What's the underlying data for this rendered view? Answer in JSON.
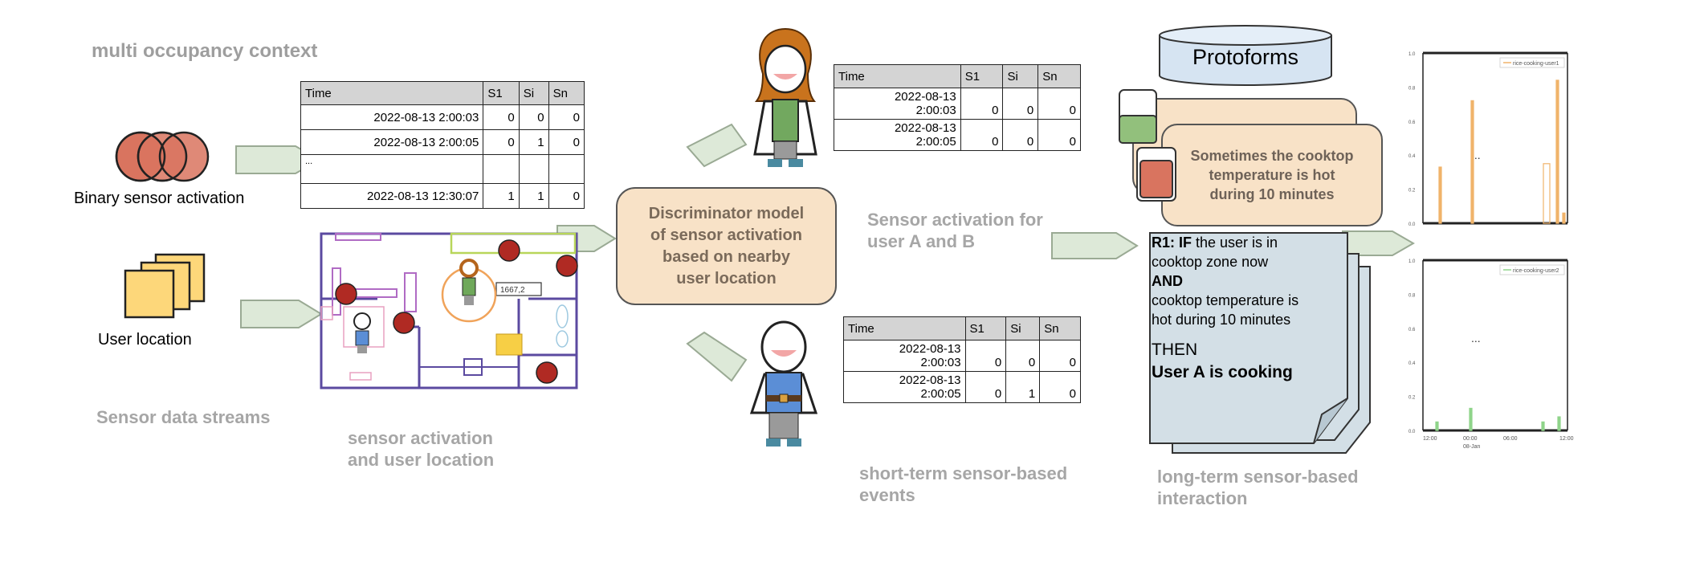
{
  "titles": {
    "context": "multi occupancy context",
    "streams": "Sensor data streams"
  },
  "labels": {
    "binary": "Binary sensor activation",
    "location": "User location",
    "floor_sign": "1667,2"
  },
  "captions": {
    "activation_line1": "sensor activation",
    "activation_line2": "and user location",
    "per_user_line1": "Sensor activation for",
    "per_user_line2": "user A and B",
    "short_line1": "short-term sensor-based",
    "short_line2": "events",
    "long_line1": "long-term sensor-based",
    "long_line2": "interaction"
  },
  "discriminator": {
    "line1": "Discriminator model",
    "line2": "of sensor activation",
    "line3": "based on nearby",
    "line4": "user location"
  },
  "protoforms": {
    "title": "Protoforms",
    "card_line1": "Sometimes the cooktop",
    "card_line2": "temperature is hot",
    "card_line3": "during 10 minutes"
  },
  "rule": {
    "r1": "R1: IF",
    "if_text": " the user is in",
    "line2": "cooktop zone now",
    "and": "AND",
    "line4": "cooktop temperature is",
    "line5": "hot during 10 minutes",
    "then": "THEN",
    "conclusion": "User A is cooking"
  },
  "table_main": {
    "headers": [
      "Time",
      "S1",
      "Si",
      "Sn"
    ],
    "rows": [
      [
        "2022-08-13 2:00:03",
        "0",
        "0",
        "0"
      ],
      [
        "2022-08-13 2:00:05",
        "0",
        "1",
        "0"
      ],
      [
        "...",
        "",
        "",
        ""
      ],
      [
        "2022-08-13 12:30:07",
        "1",
        "1",
        "0"
      ]
    ]
  },
  "table_user_a": {
    "headers": [
      "Time",
      "S1",
      "Si",
      "Sn"
    ],
    "rows": [
      [
        "2022-08-13",
        "2:00:03",
        "0",
        "0",
        "0"
      ],
      [
        "2022-08-13",
        "2:00:05",
        "0",
        "0",
        "0"
      ]
    ]
  },
  "table_user_b": {
    "headers": [
      "Time",
      "S1",
      "Si",
      "Sn"
    ],
    "rows": [
      [
        "2022-08-13",
        "2:00:03",
        "0",
        "0",
        "0"
      ],
      [
        "2022-08-13",
        "2:00:05",
        "0",
        "1",
        "0"
      ]
    ]
  },
  "charts": {
    "top_legend": "rice-cooking-user1",
    "bottom_legend": "rice-cooking-user2",
    "ellipsis": "...",
    "y_ticks": [
      "0.0",
      "0.2",
      "0.4",
      "0.6",
      "0.8",
      "1.0"
    ],
    "x_ticks": [
      "12:00",
      "00:00",
      "06:00",
      "12:00"
    ],
    "x_sub": "08-Jan"
  },
  "chart_data": [
    {
      "type": "bar",
      "series": [
        {
          "name": "rice-cooking-user1",
          "values": [
            0.33,
            0.72,
            0.35,
            0.84,
            0.06
          ]
        }
      ],
      "ylim": [
        0,
        1
      ]
    },
    {
      "type": "bar",
      "series": [
        {
          "name": "rice-cooking-user2",
          "values": [
            0.05,
            0.13,
            0.05,
            0.08
          ]
        }
      ],
      "ylim": [
        0,
        1
      ]
    }
  ],
  "colors": {
    "arrow_fill": "#dde9d8",
    "peach": "#f8e2c7",
    "sensor_red": "#d9745f",
    "location_yellow": "#fdd77a",
    "rule_blue": "#d3dfe6",
    "cylinder_blue": "#d6e4f2",
    "chart_orange": "#f0b36a",
    "chart_green": "#8fd48a"
  }
}
